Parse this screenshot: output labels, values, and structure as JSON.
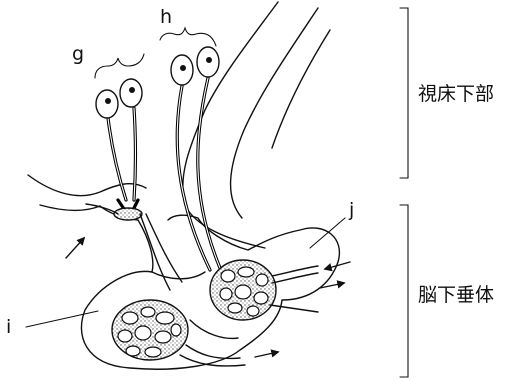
{
  "labels": {
    "g": "g",
    "h": "h",
    "i": "i",
    "j": "j"
  },
  "regions": {
    "hypothalamus": "視床下部",
    "pituitary": "脳下垂体"
  }
}
